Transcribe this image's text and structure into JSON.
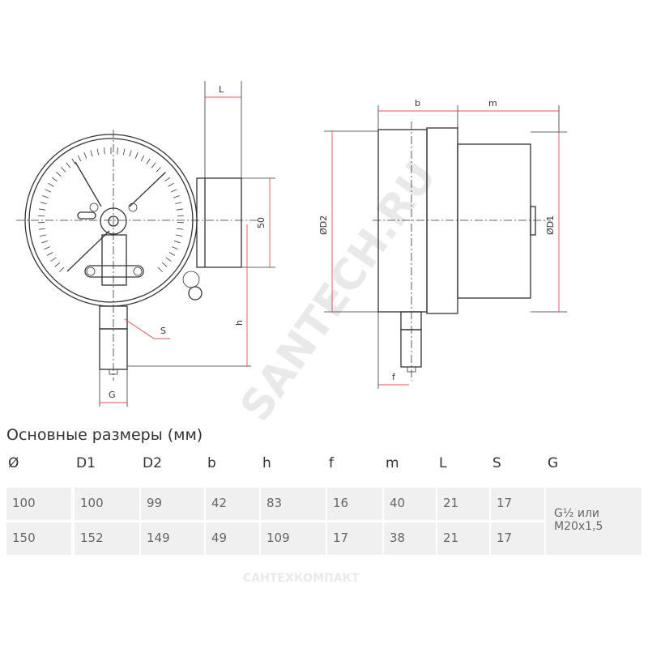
{
  "drawing": {
    "front_view": {
      "dim_L": "L",
      "dim_50": "50",
      "dim_h": "h",
      "dim_S": "S",
      "dim_G": "G"
    },
    "side_view": {
      "dim_b": "b",
      "dim_m": "m",
      "dim_D2": "ØD2",
      "dim_D1": "ØD1",
      "dim_f": "f"
    }
  },
  "watermarks": {
    "diagonal": "SANTECH.RU",
    "bottom": "САНТЕХКОМПАКТ"
  },
  "table": {
    "title": "Основные размеры (мм)",
    "headers": [
      "Ø",
      "D1",
      "D2",
      "b",
      "h",
      "f",
      "m",
      "L",
      "S",
      "G"
    ],
    "rows": [
      [
        "100",
        "100",
        "99",
        "42",
        "83",
        "16",
        "40",
        "21",
        "17"
      ],
      [
        "150",
        "152",
        "149",
        "49",
        "109",
        "17",
        "38",
        "21",
        "17"
      ]
    ],
    "g_value": "G½ или М20х1,5"
  },
  "colors": {
    "dimension": "#d9534f",
    "line": "#333333",
    "cell_bg": "#f0f0f0"
  }
}
